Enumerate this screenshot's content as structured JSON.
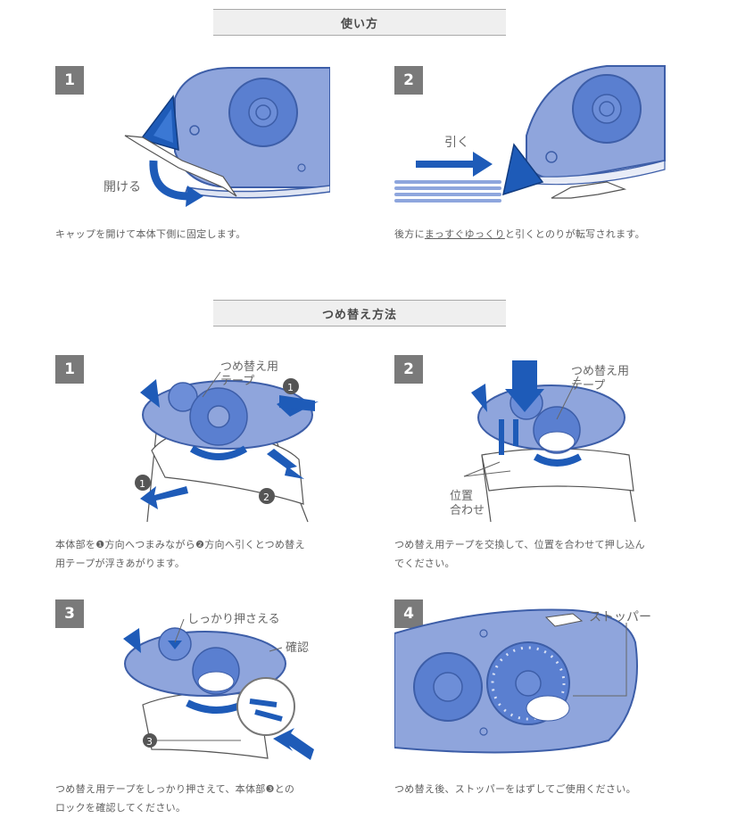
{
  "usage": {
    "title": "使い方",
    "steps": [
      {
        "number": "1",
        "labels": {
          "open": "開ける"
        },
        "caption": "キャップを開けて本体下側に固定します。"
      },
      {
        "number": "2",
        "labels": {
          "pull": "引く"
        },
        "caption_before": "後方に",
        "caption_underlined": "まっすぐゆっくり",
        "caption_after": "と引くとのりが転写されます。"
      }
    ]
  },
  "refill": {
    "title": "つめ替え方法",
    "steps": [
      {
        "number": "1",
        "labels": {
          "refill_tape": "つめ替え用\nテープ",
          "marker1": "1",
          "marker2": "2"
        },
        "caption_line1": "本体部を❶方向へつまみながら❷方向へ引くとつめ替え",
        "caption_line2": "用テープが浮きあがります。"
      },
      {
        "number": "2",
        "labels": {
          "refill_tape": "つめ替え用\nテープ",
          "align": "位置\n合わせ"
        },
        "caption_line1": "つめ替え用テープを交換して、位置を合わせて押し込ん",
        "caption_line2": "でください。"
      },
      {
        "number": "3",
        "labels": {
          "press": "しっかり押さえる",
          "confirm": "確認",
          "marker3": "3"
        },
        "caption_line1": "つめ替え用テープをしっかり押さえて、本体部❸との",
        "caption_line2": "ロックを確認してください。"
      },
      {
        "number": "4",
        "labels": {
          "stopper": "ストッパー"
        },
        "caption": "つめ替え後、ストッパーをはずしてご使用ください。"
      }
    ]
  },
  "colors": {
    "body_blue": "#8fa5dc",
    "dark_blue": "#1e5bb8",
    "reel_blue": "#5a7fd0",
    "badge_gray": "#7a7a7a"
  }
}
